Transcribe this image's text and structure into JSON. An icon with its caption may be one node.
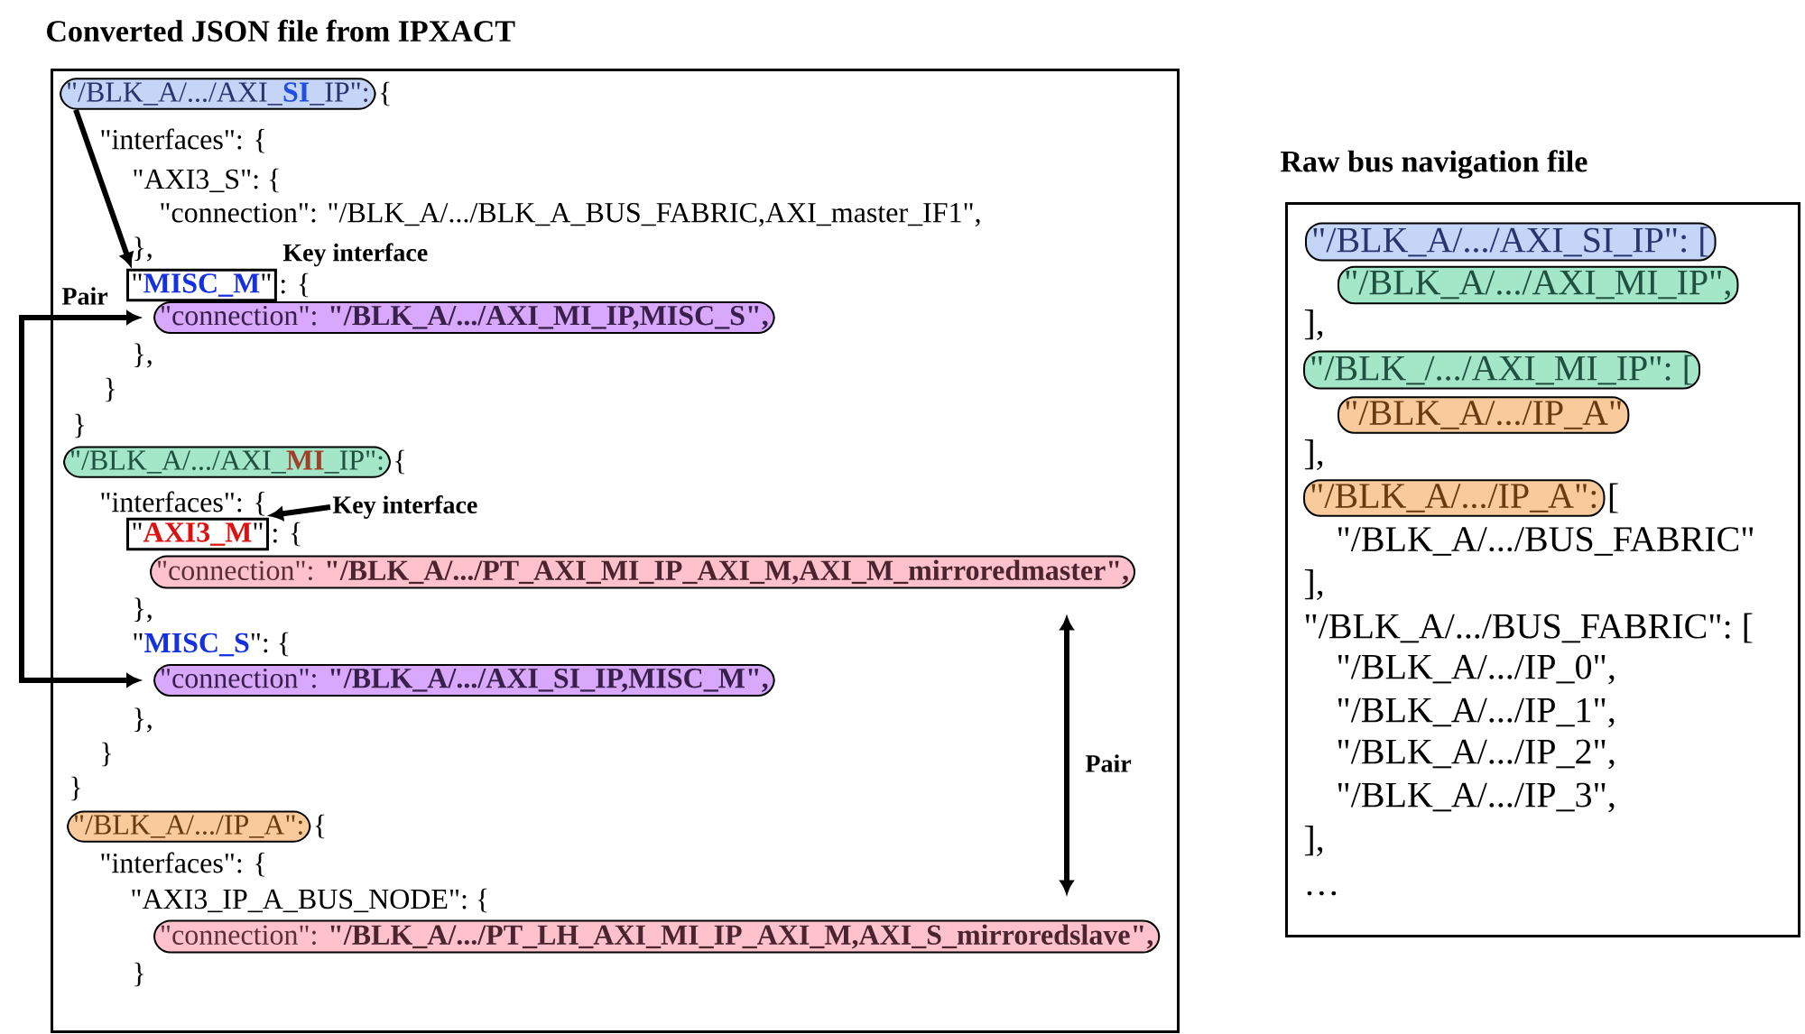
{
  "diagram": {
    "nodes": [
      {
        "text": [
          "Converted JSON file from IPXACT"
        ]
      },
      {
        "text": [
          "\"/BLK_A/.../AXI_**SI**_IP\":"
        ],
        "in": 0,
        "beside": [
          "{"
        ]
      },
      {
        "text": [
          "\"**MISC_M**\""
        ],
        "in": 0,
        "beside": [
          "Key interface"
        ]
      },
      {
        "text": [
          "\"connection\": **\"/BLK_A/.../AXI_MI_IP,MISC_S\",**"
        ],
        "in": 0
      },
      {
        "text": [
          "\"/BLK_A/.../AXI_**MI**_IP\":"
        ],
        "in": 0,
        "beside": [
          "{"
        ]
      },
      {
        "text": [
          "Key interface"
        ],
        "in": 0
      },
      {
        "text": [
          "\"**AXI3_M**\""
        ],
        "in": 0
      },
      {
        "text": [
          "\"connection\": **\"/BLK_A/.../PT_AXI_MI_IP_AXI_M,AXI_M_mirroredmaster\",**"
        ],
        "in": 0
      },
      {
        "text": [
          "\"connection\": **\"/BLK_A/.../AXI_SI_IP,MISC_M\",**"
        ],
        "in": 0
      },
      {
        "text": [
          "\"/BLK_A/.../IP_A\":"
        ],
        "in": 0,
        "beside": [
          "{"
        ]
      },
      {
        "text": [
          "\"connection\": **\"/BLK_A/.../PT_LH_AXI_MI_IP_AXI_M,AXI_S_mirroredslave\",**"
        ],
        "in": 0
      },
      {
        "text": [
          "Raw bus navigation file"
        ]
      },
      {
        "text": [
          "\"/BLK_A/.../AXI_SI_IP\": ["
        ],
        "in": 11
      },
      {
        "text": [
          "\"/BLK_A/.../AXI_MI_IP\","
        ],
        "in": 11
      },
      {
        "text": [
          "\"/BLK_/.../AXI_MI_IP\": ["
        ],
        "in": 11
      },
      {
        "text": [
          "\"/BLK_A/.../IP_A\""
        ],
        "in": 11
      },
      {
        "text": [
          "\"/BLK_A/.../IP_A\":"
        ],
        "in": 11,
        "beside": [
          "["
        ]
      }
    ],
    "edges": [
      {
        "from": 1,
        "to": 2,
        "arrow": "to"
      },
      {
        "from": 5,
        "to": 6,
        "arrow": "to"
      },
      {
        "from": 3,
        "to": 8,
        "arrow": "both",
        "label": "Pair"
      },
      {
        "from": 7,
        "to": 10,
        "arrow": "both",
        "label": "Pair"
      }
    ],
    "labels": [
      "\"interfaces\": {",
      "\"AXI3_S\": {",
      "\"connection\": \"/BLK_A/.../BLK_A_BUS_FABRIC,AXI_master_IF1\",",
      "},",
      ": {",
      "},",
      "}",
      "}",
      "\"interfaces\": {",
      ": {",
      "},",
      "\"**MISC_S**\": {",
      "},",
      "}",
      "}",
      "\"interfaces\": {",
      "\"AXI3_IP_A_BUS_NODE\": {",
      "}",
      "],",
      "],",
      "\"/BLK_A/.../BUS_FABRIC\"",
      "],",
      "\"/BLK_A/.../BUS_FABRIC\": [",
      "\"/BLK_A/.../IP_0\",",
      "\"/BLK_A/.../IP_1\",",
      "\"/BLK_A/.../IP_2\",",
      "\"/BLK_A/.../IP_3\",",
      "],",
      "…"
    ]
  }
}
